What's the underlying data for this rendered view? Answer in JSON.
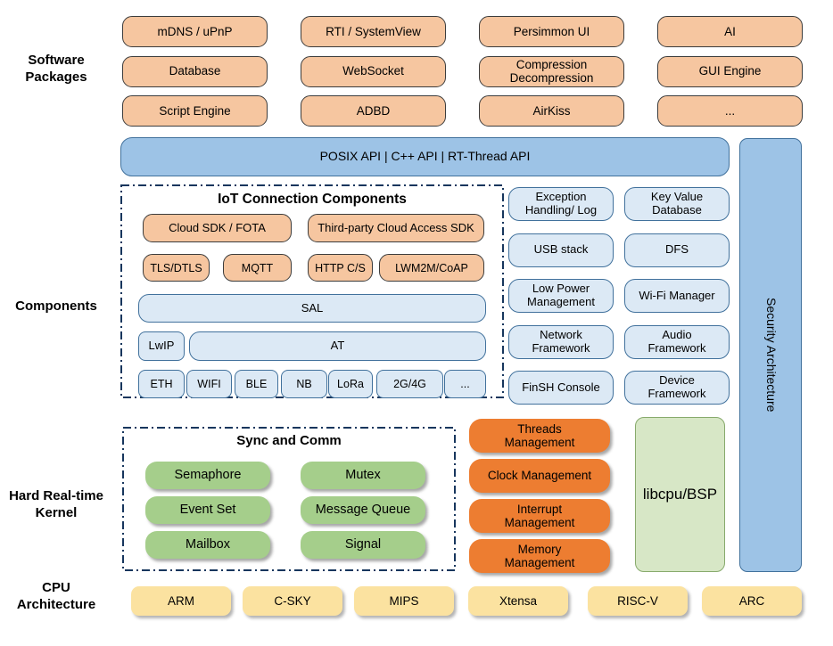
{
  "side_labels": {
    "software_packages": "Software\nPackages",
    "components": "Components",
    "kernel": "Hard Real-time\nKernel",
    "cpu": "CPU\nArchitecture"
  },
  "software_packages": {
    "items": [
      "mDNS / uPnP",
      "RTI / SystemView",
      "Persimmon UI",
      "AI",
      "Database",
      "WebSocket",
      "Compression\nDecompression",
      "GUI Engine",
      "Script Engine",
      "ADBD",
      "AirKiss",
      "..."
    ]
  },
  "api_bar": {
    "label": "POSIX API  |  C++ API  |  RT-Thread API"
  },
  "security": {
    "label": "Security Architecture"
  },
  "iot": {
    "title": "IoT Connection Components",
    "sdk_row": [
      "Cloud SDK / FOTA",
      "Third-party Cloud Access SDK"
    ],
    "protocol_row": [
      "TLS/DTLS",
      "MQTT",
      "HTTP C/S",
      "LWM2M/CoAP"
    ],
    "sal": "SAL",
    "lwip": "LwIP",
    "at": "AT",
    "link_row": [
      "ETH",
      "WIFI",
      "BLE",
      "NB",
      "LoRa",
      "2G/4G",
      "..."
    ]
  },
  "components": {
    "items": [
      "Exception\nHandling/ Log",
      "Key Value\nDatabase",
      "USB stack",
      "DFS",
      "Low Power\nManagement",
      "Wi-Fi Manager",
      "Network\nFramework",
      "Audio\nFramework",
      "FinSH Console",
      "Device\nFramework"
    ]
  },
  "sync": {
    "title": "Sync and Comm",
    "items": [
      "Semaphore",
      "Mutex",
      "Event Set",
      "Message Queue",
      "Mailbox",
      "Signal"
    ]
  },
  "kernel": {
    "items": [
      "Threads\nManagement",
      "Clock Management",
      "Interrupt\nManagement",
      "Memory\nManagement"
    ]
  },
  "libcpu": {
    "label": "libcpu/BSP"
  },
  "cpu": {
    "items": [
      "ARM",
      "C-SKY",
      "MIPS",
      "Xtensa",
      "RISC-V",
      "ARC"
    ]
  },
  "colors": {
    "package_fill": "#F6C6A0",
    "package_border": "#3C3C3C",
    "bar_fill": "#9DC3E6",
    "bar_border": "#41719C",
    "component_fill": "#DCE9F5",
    "component_border": "#41719C",
    "sync_green": "#A5CE8B",
    "kernel_orange": "#ED7D31",
    "libcpu_fill": "#D7E7C6",
    "libcpu_border": "#87AA6C",
    "cpu_yellow": "#FBE2A0",
    "dash_border": "#17365D"
  }
}
